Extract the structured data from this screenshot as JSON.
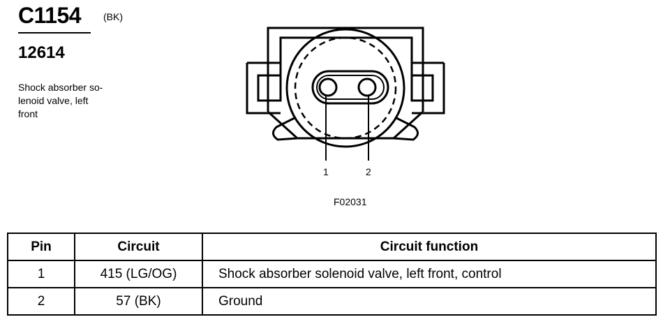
{
  "header": {
    "connector_id": "C1154",
    "connector_color": "(BK)",
    "part_number": "12614",
    "description": "Shock absorber so-\nlenoid valve, left\nfront"
  },
  "diagram": {
    "pin_labels": [
      "1",
      "2"
    ],
    "figure_code": "F02031"
  },
  "table": {
    "headers": [
      "Pin",
      "Circuit",
      "Circuit function"
    ],
    "rows": [
      [
        "1",
        "415 (LG/OG)",
        "Shock absorber solenoid valve, left front, control"
      ],
      [
        "2",
        "57 (BK)",
        "Ground"
      ]
    ]
  }
}
